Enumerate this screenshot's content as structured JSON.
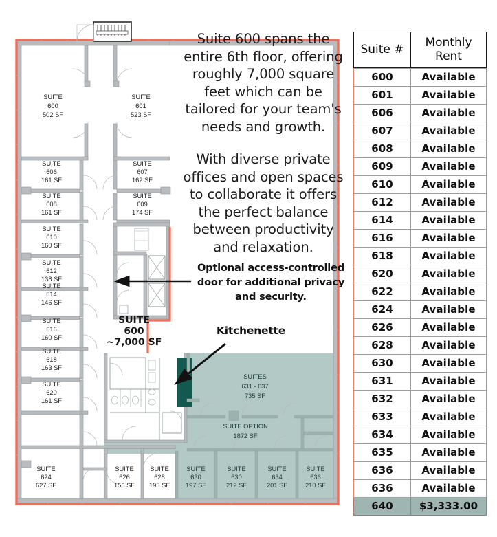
{
  "description": {
    "paragraphs": [
      "Suite 600 spans the entire 6th floor, offering roughly 7,000 square feet which can be tailored for your team's needs and growth.",
      "With diverse private offices and open spaces to collaborate it offers the perfect balance between productivity and relaxation."
    ]
  },
  "annotations": {
    "door": "Optional access-controlled door for additional privacy and security.",
    "kitchenette": "Kitchenette"
  },
  "floorplan": {
    "main_label": {
      "line1": "SUITE",
      "line2": "600",
      "line3": "~7,000 SF"
    },
    "rooms": [
      {
        "id": "600",
        "name": "SUITE",
        "number": "600",
        "area": "502 SF"
      },
      {
        "id": "601",
        "name": "SUITE",
        "number": "601",
        "area": "523 SF"
      },
      {
        "id": "606",
        "name": "SUITE",
        "number": "606",
        "area": "161 SF"
      },
      {
        "id": "607",
        "name": "SUITE",
        "number": "607",
        "area": "162 SF"
      },
      {
        "id": "608",
        "name": "SUITE",
        "number": "608",
        "area": "161 SF"
      },
      {
        "id": "609",
        "name": "SUITE",
        "number": "609",
        "area": "174 SF"
      },
      {
        "id": "610",
        "name": "SUITE",
        "number": "610",
        "area": "160 SF"
      },
      {
        "id": "612",
        "name": "SUITE",
        "number": "612",
        "area": "138 SF"
      },
      {
        "id": "614",
        "name": "SUITE",
        "number": "614",
        "area": "146 SF"
      },
      {
        "id": "616",
        "name": "SUITE",
        "number": "616",
        "area": "160 SF"
      },
      {
        "id": "618",
        "name": "SUITE",
        "number": "618",
        "area": "163 SF"
      },
      {
        "id": "620",
        "name": "SUITE",
        "number": "620",
        "area": "161 SF"
      },
      {
        "id": "624",
        "name": "SUITE",
        "number": "624",
        "area": "627 SF"
      },
      {
        "id": "626",
        "name": "SUITE",
        "number": "626",
        "area": "156 SF"
      },
      {
        "id": "628",
        "name": "SUITE",
        "number": "628",
        "area": "195 SF"
      },
      {
        "id": "630a",
        "name": "SUITE",
        "number": "630",
        "area": "197 SF"
      },
      {
        "id": "630b",
        "name": "SUITE",
        "number": "630",
        "area": "212 SF"
      },
      {
        "id": "634",
        "name": "SUITE",
        "number": "634",
        "area": "201 SF"
      },
      {
        "id": "636",
        "name": "SUITE",
        "number": "636",
        "area": "210 SF"
      },
      {
        "id": "631-637",
        "name": "SUITES",
        "number": "631 - 637",
        "area": "735 SF"
      },
      {
        "id": "suite-option",
        "name": "SUITE OPTION",
        "number": "",
        "area": "1872 SF"
      }
    ],
    "colors": {
      "exterior_wall": "#e8705c",
      "teal_fill": "#b2c9c5",
      "kitchenette_fill": "#13594f",
      "wall_gray": "#b9bcbe",
      "interior_line": "#8e9a99"
    }
  },
  "rent_table": {
    "headers": {
      "suite": "Suite #",
      "rent": "Monthly Rent"
    },
    "rows": [
      {
        "suite": "600",
        "rent": "Available",
        "highlight": false
      },
      {
        "suite": "601",
        "rent": "Available",
        "highlight": false
      },
      {
        "suite": "606",
        "rent": "Available",
        "highlight": false
      },
      {
        "suite": "607",
        "rent": "Available",
        "highlight": false
      },
      {
        "suite": "608",
        "rent": "Available",
        "highlight": false
      },
      {
        "suite": "609",
        "rent": "Available",
        "highlight": false
      },
      {
        "suite": "610",
        "rent": "Available",
        "highlight": false
      },
      {
        "suite": "612",
        "rent": "Available",
        "highlight": false
      },
      {
        "suite": "614",
        "rent": "Available",
        "highlight": false
      },
      {
        "suite": "616",
        "rent": "Available",
        "highlight": false
      },
      {
        "suite": "618",
        "rent": "Available",
        "highlight": false
      },
      {
        "suite": "620",
        "rent": "Available",
        "highlight": false
      },
      {
        "suite": "622",
        "rent": "Available",
        "highlight": false
      },
      {
        "suite": "624",
        "rent": "Available",
        "highlight": false
      },
      {
        "suite": "626",
        "rent": "Available",
        "highlight": false
      },
      {
        "suite": "628",
        "rent": "Available",
        "highlight": false
      },
      {
        "suite": "630",
        "rent": "Available",
        "highlight": false
      },
      {
        "suite": "631",
        "rent": "Available",
        "highlight": false
      },
      {
        "suite": "632",
        "rent": "Available",
        "highlight": false
      },
      {
        "suite": "633",
        "rent": "Available",
        "highlight": false
      },
      {
        "suite": "634",
        "rent": "Available",
        "highlight": false
      },
      {
        "suite": "635",
        "rent": "Available",
        "highlight": false
      },
      {
        "suite": "636",
        "rent": "Available",
        "highlight": false
      },
      {
        "suite": "636",
        "rent": "Available",
        "highlight": false
      },
      {
        "suite": "640",
        "rent": "$3,333.00",
        "highlight": true
      }
    ]
  }
}
